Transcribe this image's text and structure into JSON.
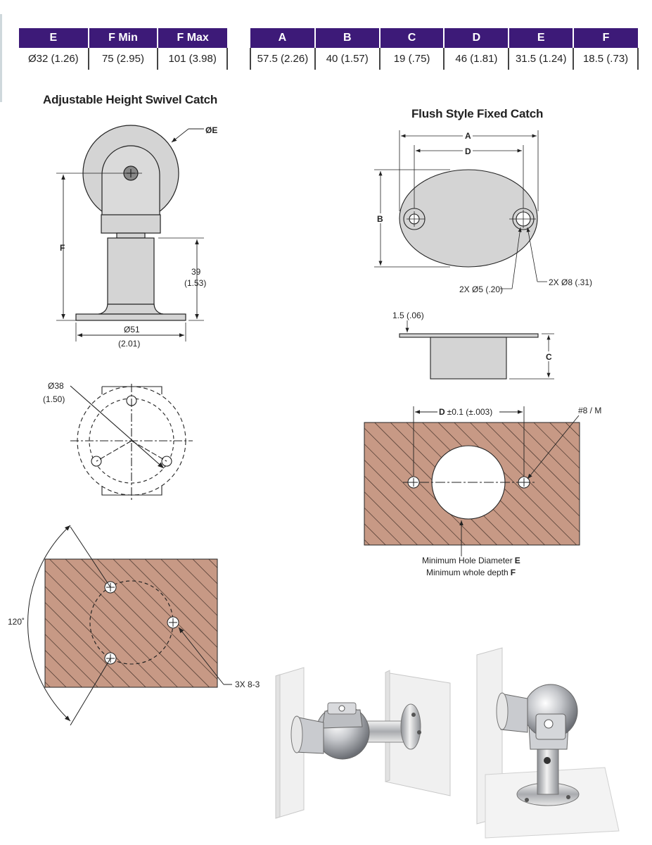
{
  "table_left": {
    "headers": [
      "E",
      "F Min",
      "F Max"
    ],
    "row": [
      "Ø32 (1.26)",
      "75 (2.95)",
      "101 (3.98)"
    ]
  },
  "table_right": {
    "headers": [
      "A",
      "B",
      "C",
      "D",
      "E",
      "F"
    ],
    "row": [
      "57.5 (2.26)",
      "40 (1.57)",
      "19 (.75)",
      "46 (1.81)",
      "31.5 (1.24)",
      "18.5 (.73)"
    ]
  },
  "swivel": {
    "title": "Adjustable Height Swivel Catch",
    "label_e": "ØE",
    "label_f": "F",
    "dim_39": "39",
    "dim_39_in": "(1.53)",
    "dim_51": "Ø51",
    "dim_51_in": "(2.01)",
    "dim_38": "Ø38",
    "dim_38_in": "(1.50)",
    "angle": "120˚",
    "screw_note": "3X 8-3"
  },
  "flush": {
    "title": "Flush Style Fixed Catch",
    "label_a": "A",
    "label_d": "D",
    "label_b": "B",
    "label_c": "C",
    "hole5": "2X Ø5 (.20)",
    "hole8": "2X Ø8 (.31)",
    "thick": "1.5 (.06)",
    "d_tol_label": "D",
    "d_tol": "±0.1 (±.003)",
    "screw_note": "#8 / M",
    "caption_line1": "Minimum Hole Diameter",
    "caption_line1_bold": "E",
    "caption_line2": "Minimum whole depth",
    "caption_line2_bold": "F"
  },
  "colors": {
    "header_purple": "#3d1a78",
    "wood": "#c79985",
    "part_gray": "#d4d4d4"
  }
}
